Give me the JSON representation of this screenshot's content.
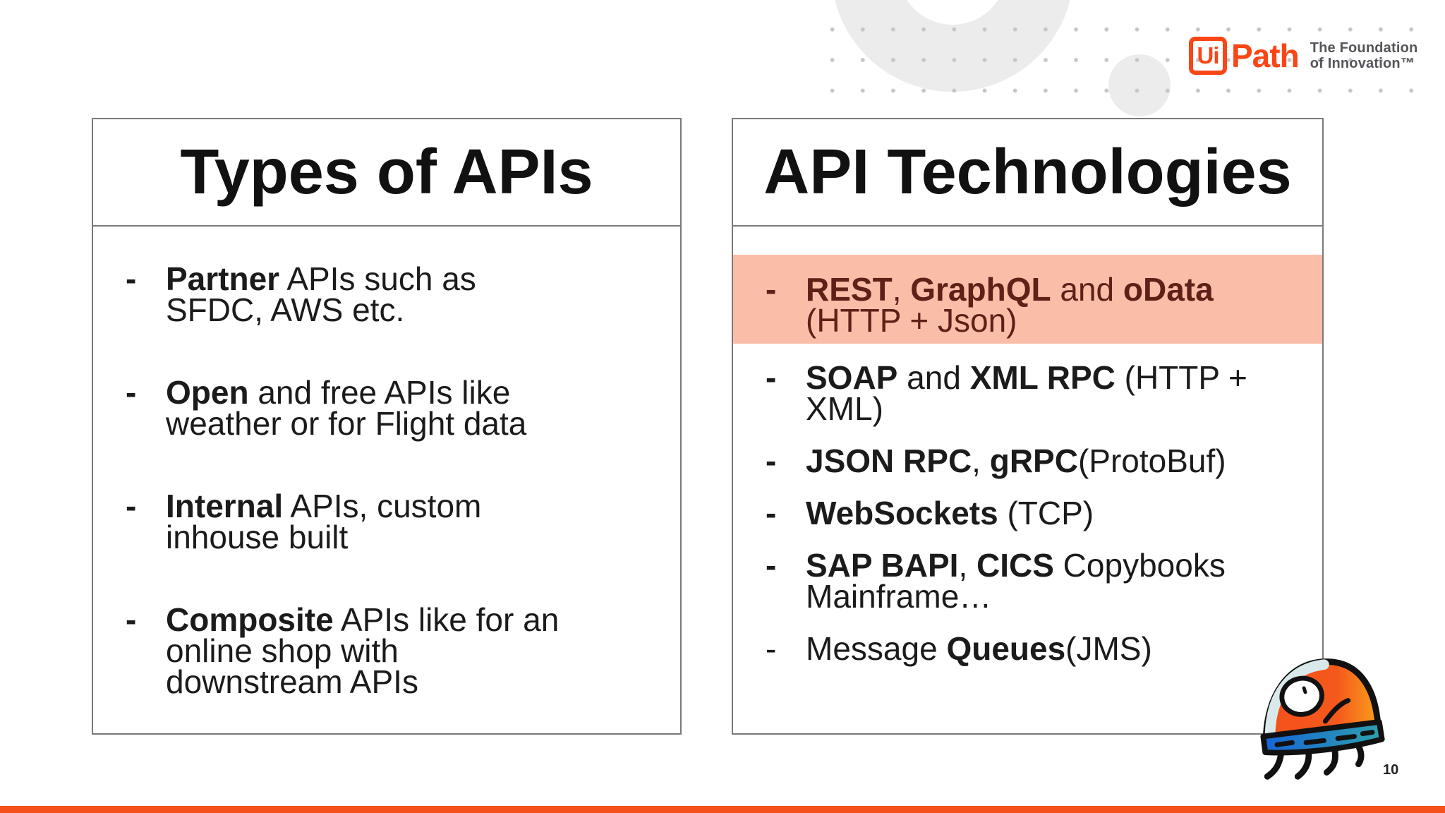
{
  "slide": {
    "page_number": "10"
  },
  "logo": {
    "ui_mark": "Ui",
    "wordmark": "Path",
    "tagline_line1": "The Foundation",
    "tagline_line2": "of Innovation™"
  },
  "colors": {
    "brand_orange": "#FA4616",
    "footer_bar": "#F5511D",
    "highlight_bg": "#F9BDA8",
    "highlight_text": "#5E2017",
    "card_border": "#7A7A7A",
    "decor_gray": "#ECECEC",
    "dot_gray": "#C6C6C6",
    "tagline_gray": "#54565A"
  },
  "icons": {
    "mascot": "bug-astronaut-doodle"
  },
  "left_card": {
    "title": "Types of APIs",
    "bullets": [
      {
        "marker": "-",
        "lines": [
          [
            [
              "Partner",
              true
            ],
            [
              " APIs such as",
              false
            ]
          ],
          [
            [
              "SFDC, AWS etc.",
              false
            ]
          ]
        ]
      },
      {
        "marker": "-",
        "lines": [
          [
            [
              "Open",
              true
            ],
            [
              " and free APIs like",
              false
            ]
          ],
          [
            [
              "weather or for Flight data",
              false
            ]
          ]
        ]
      },
      {
        "marker": "-",
        "lines": [
          [
            [
              "Internal",
              true
            ],
            [
              " APIs, custom",
              false
            ]
          ],
          [
            [
              "inhouse built",
              false
            ]
          ]
        ]
      },
      {
        "marker": "-",
        "lines": [
          [
            [
              "Composite",
              true
            ],
            [
              " APIs like for an",
              false
            ]
          ],
          [
            [
              "online shop with",
              false
            ]
          ],
          [
            [
              "downstream APIs",
              false
            ]
          ]
        ]
      }
    ]
  },
  "right_card": {
    "title": "API Technologies",
    "bullets": [
      {
        "marker": "-",
        "highlighted": true,
        "lines": [
          [
            [
              "REST",
              true
            ],
            [
              ", ",
              false
            ],
            [
              "GraphQL",
              true
            ],
            [
              " and ",
              false
            ],
            [
              "oData",
              true
            ]
          ],
          [
            [
              "(HTTP + Json)",
              false
            ]
          ]
        ]
      },
      {
        "marker": "-",
        "lines": [
          [
            [
              "SOAP",
              true
            ],
            [
              " and ",
              false
            ],
            [
              "XML RPC",
              true
            ],
            [
              " (HTTP +",
              false
            ]
          ],
          [
            [
              "XML)",
              false
            ]
          ]
        ]
      },
      {
        "marker": "-",
        "lines": [
          [
            [
              "JSON RPC",
              true
            ],
            [
              ", ",
              false
            ],
            [
              "gRPC",
              true
            ],
            [
              "(ProtoBuf)",
              false
            ]
          ]
        ]
      },
      {
        "marker": "-",
        "lines": [
          [
            [
              "WebSockets",
              true
            ],
            [
              " (TCP)",
              false
            ]
          ]
        ]
      },
      {
        "marker": "-",
        "lines": [
          [
            [
              "SAP BAPI",
              true
            ],
            [
              ", ",
              false
            ],
            [
              "CICS",
              true
            ],
            [
              " Copybooks",
              false
            ]
          ],
          [
            [
              "Mainframe…",
              false
            ]
          ]
        ]
      },
      {
        "marker": "-",
        "lines": [
          [
            [
              "Message ",
              false
            ],
            [
              "Queues",
              true
            ],
            [
              "(JMS)",
              false
            ]
          ]
        ]
      }
    ]
  }
}
